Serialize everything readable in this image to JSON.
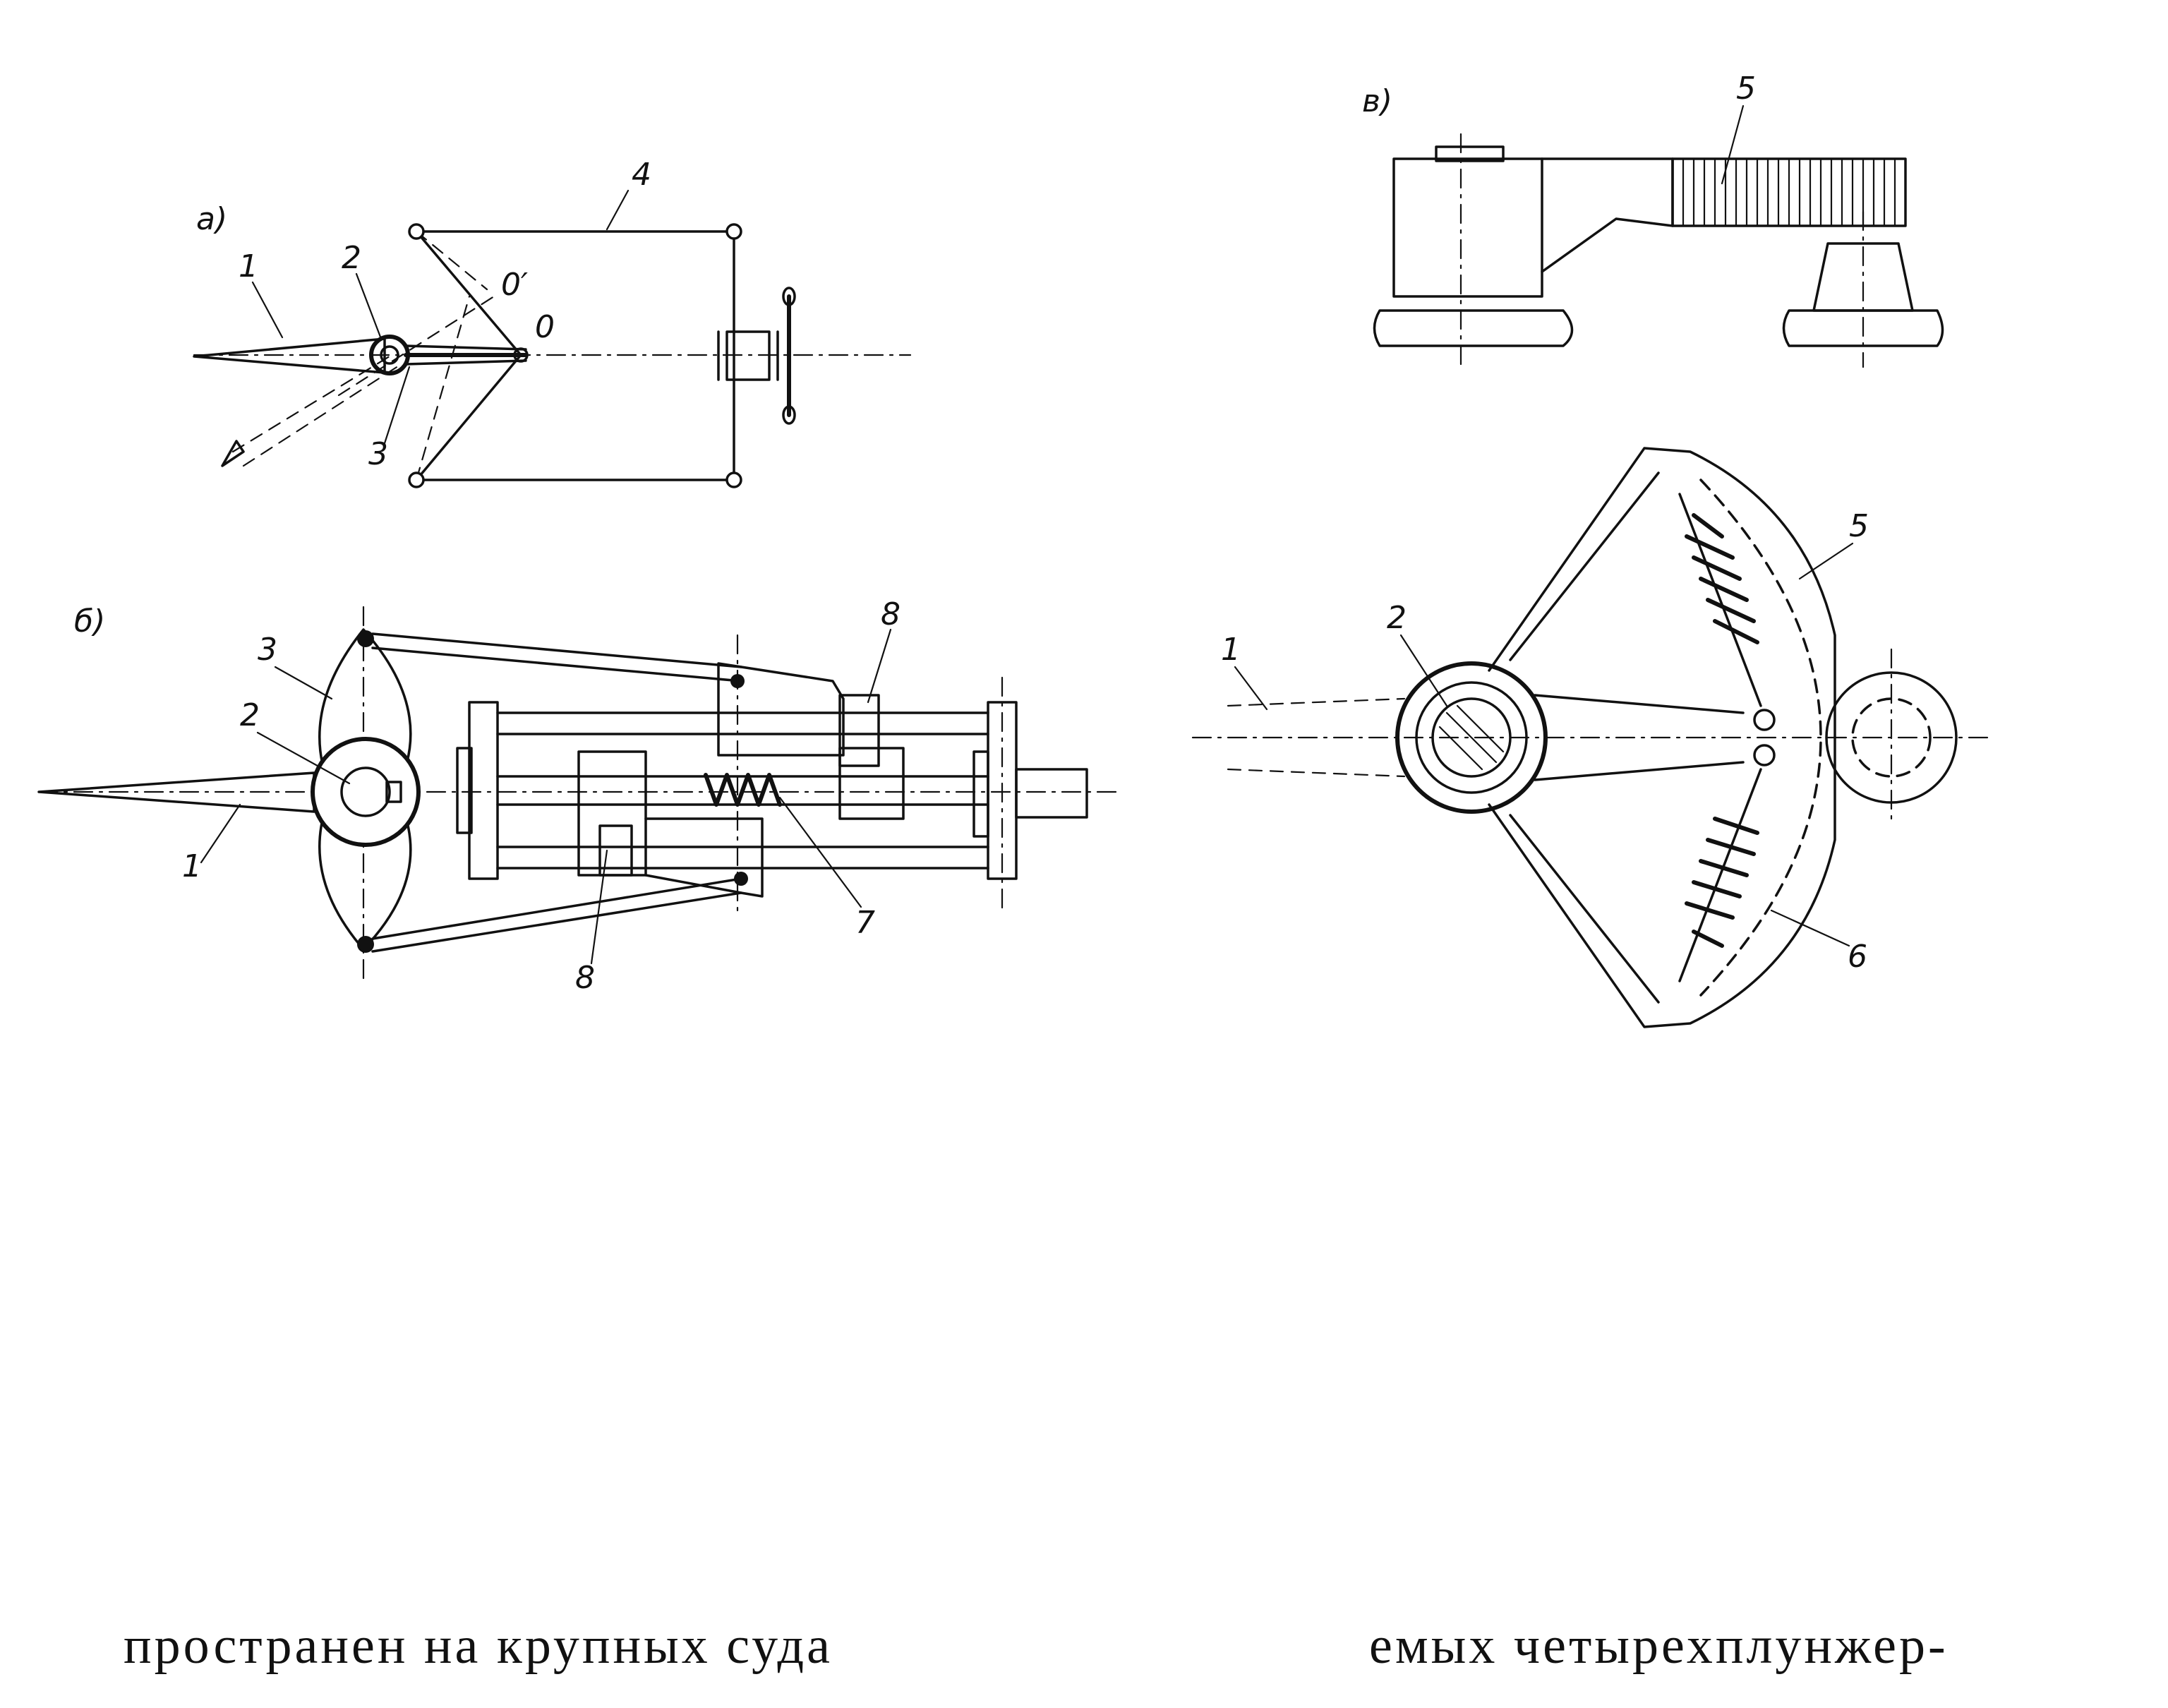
{
  "figure_labels": {
    "a": "а)",
    "b": "б)",
    "v": "в)"
  },
  "part_numbers": {
    "n1": "1",
    "n2": "2",
    "n3": "3",
    "n4": "4",
    "n5": "5",
    "n6": "6",
    "n7": "7",
    "n8": "8",
    "o": "0",
    "o_prime": "0′"
  },
  "caption": {
    "left": "пространен на крупных суда",
    "right": "емых четырехплунжер-"
  }
}
